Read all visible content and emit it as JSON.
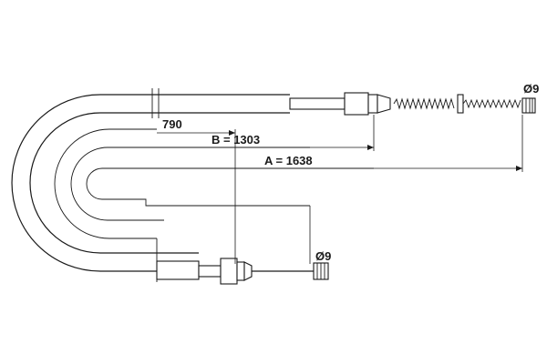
{
  "diagram": {
    "type": "brake-cable-technical-drawing",
    "dimensions": {
      "short": "790",
      "b": "B = 1303",
      "a": "A = 1638"
    },
    "diameter_labels": {
      "top_end": "Ø9",
      "bottom_end": "Ø9"
    }
  }
}
